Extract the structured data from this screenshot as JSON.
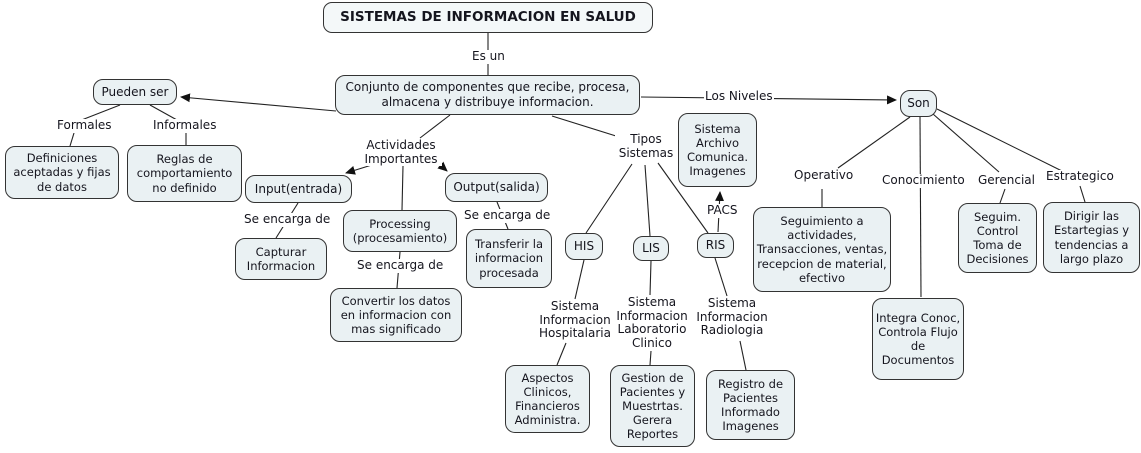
{
  "diagram": {
    "title": "SISTEMAS DE INFORMACION EN SALUD",
    "nodes": {
      "central": "Conjunto de componentes  que recibe, procesa, almacena y distribuye informacion.",
      "pueden_ser": "Pueden ser",
      "definiciones": "Definiciones aceptadas y fijas de datos",
      "reglas": "Reglas de comportamiento no definido",
      "input": "Input(entrada)",
      "output": "Output(salida)",
      "processing": "Processing (procesamiento)",
      "capturar": "Capturar Informacion",
      "transferir": "Transferir la informacion procesada",
      "convertir": "Convertir los datos en informacion con mas significado",
      "archivo": "Sistema Archivo Comunica. Imagenes",
      "his": "HIS",
      "lis": "LIS",
      "ris": "RIS",
      "son": "Son",
      "seguimiento": "Seguimiento a actividades, Transacciones, ventas, recepcion de material, efectivo",
      "integra": "Integra Conoc, Controla Flujo de Documentos",
      "seguim_control": "Seguim. Control Toma de Decisiones",
      "dirigir": "Dirigir las Estartegias y tendencias a largo plazo",
      "aspectos": "Aspectos Clinicos, Financieros Administra.",
      "gestion": "Gestion de Pacientes y Muestrtas. Gerera Reportes",
      "registro": "Registro de Pacientes Informado Imagenes"
    },
    "link_labels": {
      "es_un": "Es un",
      "formales": "Formales",
      "informales": "Informales",
      "actividades": "Actividades Importantes",
      "se_encarga_input": "Se encarga de",
      "se_encarga_output": "Se encarga de",
      "se_encarga_processing": "Se encarga de",
      "tipos": "Tipos Sistemas",
      "pacs": "PACS",
      "los_niveles": "Los Niveles",
      "operativo": "Operativo",
      "conocimiento": "Conocimiento",
      "gerencial": "Gerencial",
      "estrategico": "Estrategico",
      "his_full": "Sistema Informacion Hospitalaria",
      "lis_full": "Sistema Informacion Laboratorio Clinico",
      "ris_full": "Sistema Informacion Radiologia"
    },
    "colors": {
      "node_fill": "#eaf1f3",
      "title_fill": "#f4f8f9",
      "node_border": "#333333",
      "connector": "#222222",
      "text": "#15151e",
      "background": "#ffffff"
    }
  }
}
